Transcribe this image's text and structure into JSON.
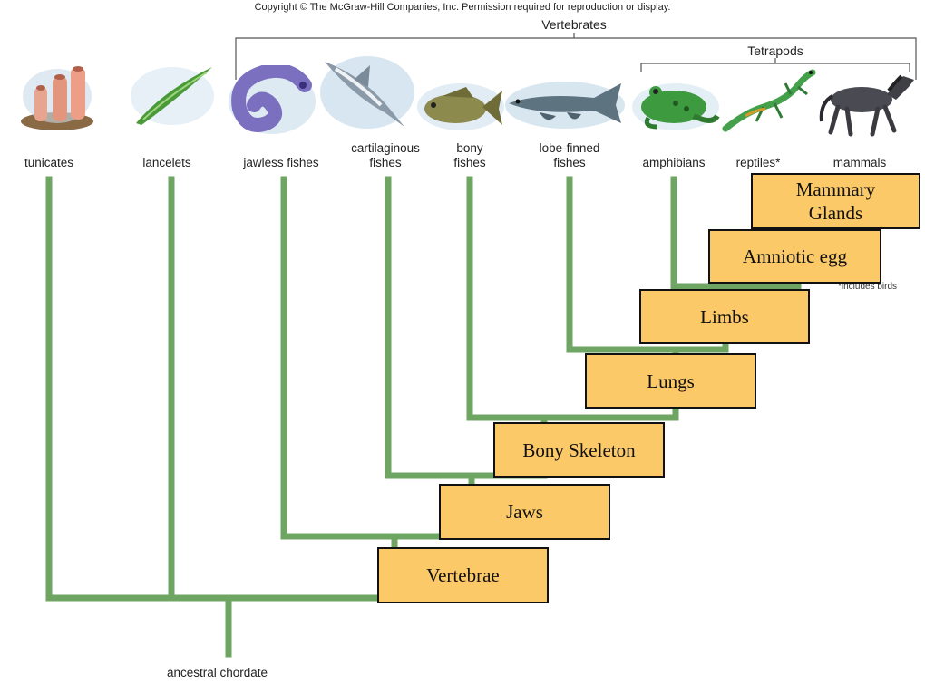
{
  "copyright": "Copyright © The McGraw-Hill Companies, Inc. Permission required for reproduction or display.",
  "groups": {
    "vertebrates": "Vertebrates",
    "tetrapods": "Tetrapods"
  },
  "taxa": {
    "tunicates": [
      "tunicates"
    ],
    "lancelets": [
      "lancelets"
    ],
    "jawless": [
      "jawless fishes"
    ],
    "cartilaginous": [
      "cartilaginous",
      "fishes"
    ],
    "bony": [
      "bony",
      "fishes"
    ],
    "lobe": [
      "lobe-finned",
      "fishes"
    ],
    "amphibians": [
      "amphibians"
    ],
    "reptiles": [
      "reptiles*"
    ],
    "mammals": [
      "mammals"
    ]
  },
  "traits": {
    "mammary": [
      "Mammary",
      "Glands"
    ],
    "amniotic": "Amniotic egg",
    "limbs": "Limbs",
    "lungs": "Lungs",
    "bony_skeleton": "Bony Skeleton",
    "jaws": "Jaws",
    "vertebrae": "Vertebrae"
  },
  "footnote": "*includes birds",
  "root": "ancestral chordate",
  "colors": {
    "branch": "#6fa563",
    "trait_fill": "#fcc968",
    "trait_border": "#111111"
  }
}
